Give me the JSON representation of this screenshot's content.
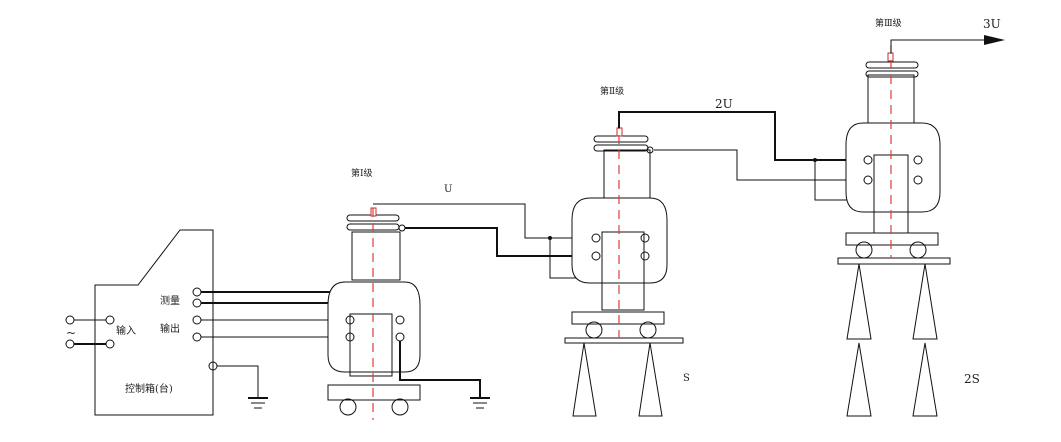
{
  "control_box": {
    "label": "控制箱(台)",
    "input_label": "输入",
    "measure_label": "测量",
    "output_label": "输出",
    "ac_symbol": "~"
  },
  "stages": [
    {
      "name": "第Ⅰ级",
      "output_label": "U",
      "capacitance_label": ""
    },
    {
      "name": "第Ⅱ级",
      "output_label": "2U",
      "capacitance_label": "S"
    },
    {
      "name": "第Ⅲ级",
      "output_label": "3U",
      "capacitance_label": "2S"
    }
  ],
  "colors": {
    "axis": "#e23b3b",
    "line": "#111111"
  }
}
